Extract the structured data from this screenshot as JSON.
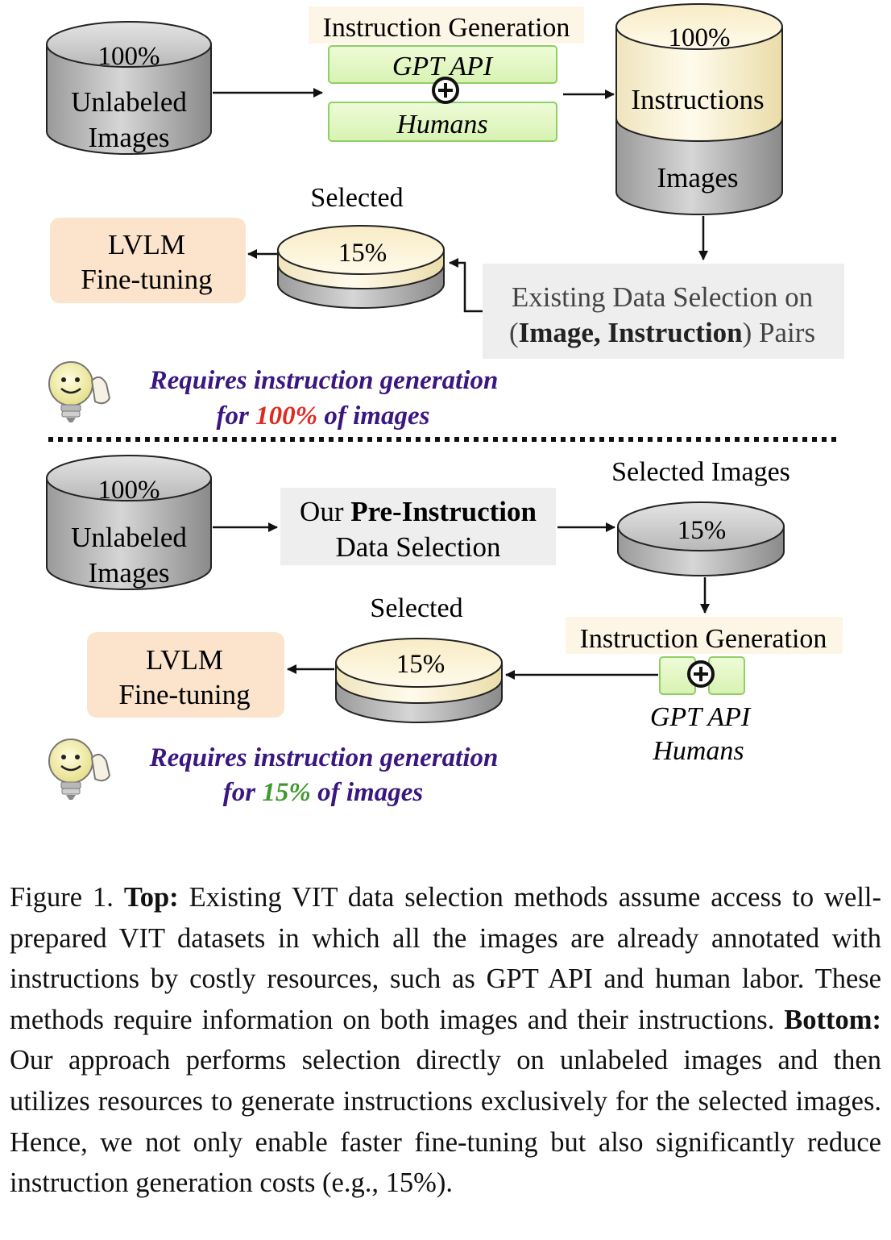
{
  "top": {
    "source_db": {
      "percent": "100%",
      "line1": "Unlabeled",
      "line2": "Images"
    },
    "gen_title": "Instruction Generation",
    "gen_gpt": "GPT API",
    "gen_humans": "Humans",
    "target_db": {
      "percent": "100%",
      "upper": "Instructions",
      "lower": "Images"
    },
    "selected_label": "Selected",
    "selected_percent": "15%",
    "lvlm": {
      "line1": "LVLM",
      "line2": "Fine-tuning"
    },
    "existing": {
      "line1": "Existing Data Selection on",
      "line2_open": "(",
      "line2_bold": "Image, Instruction",
      "line2_close": ") Pairs"
    },
    "note": {
      "line1": "Requires instruction generation",
      "line2_pre": "for ",
      "line2_pct": "100%",
      "line2_post": " of images"
    }
  },
  "bottom": {
    "source_db": {
      "percent": "100%",
      "line1": "Unlabeled",
      "line2": "Images"
    },
    "ours": {
      "line1_pre": "Our ",
      "line1_bold": "Pre-Instruction",
      "line2": "Data Selection"
    },
    "selected_images_label": "Selected Images",
    "selected_images_percent": "15%",
    "gen_title": "Instruction Generation",
    "gen_gpt": "GPT API",
    "gen_humans": "Humans",
    "selected_label": "Selected",
    "selected_percent": "15%",
    "lvlm": {
      "line1": "LVLM",
      "line2": "Fine-tuning"
    },
    "note": {
      "line1": "Requires instruction generation",
      "line2_pre": "for ",
      "line2_pct": "15%",
      "line2_post": " of images"
    }
  },
  "colors": {
    "note_text": "#3a1680",
    "pct_red": "#e02a1f",
    "pct_green": "#3f9a2e",
    "lvlm_fill": "#fbe3cc",
    "gen_fill": "#e3f8c4",
    "gen_stroke": "#8fcf63",
    "title_bg": "#fdf6e6",
    "cream": "#fcf6e1",
    "panel_bg": "#eeeeee"
  },
  "caption": {
    "label": "Figure 1. ",
    "top_label": "Top:",
    "top_text": " Existing VIT data selection methods assume access to well-prepared VIT datasets in which all the images are already annotated with instructions by costly resources, such as GPT API and human labor.  These methods require information on both images and their instructions. ",
    "bottom_label": "Bottom:",
    "bottom_text": " Our approach performs selection directly on unlabeled images and then utilizes resources to generate instructions exclusively for the selected images. Hence, we not only enable faster fine-tuning but also significantly reduce instruction generation costs (e.g., 15%)."
  }
}
